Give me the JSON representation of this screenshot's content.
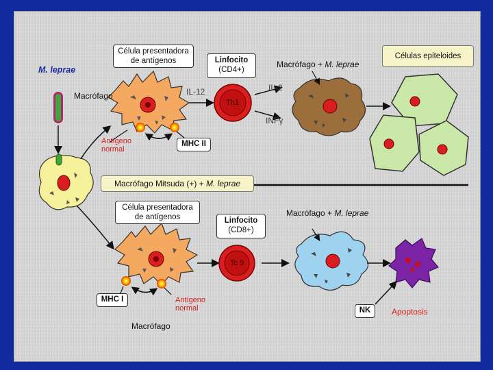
{
  "top": {
    "m_leprae": "M. leprae",
    "apc_line1": "Célula presentadora",
    "apc_line2": "de antígenos",
    "macrofago": "Macrófago",
    "il12": "IL-12",
    "linfocito": "Linfocito",
    "cd4": "(CD4+)",
    "th1": "Th1",
    "il2": "IL-2",
    "infg": "INFγ",
    "macro_mleprae_prefix": "Macrófago + ",
    "macro_mleprae_italic": "M. leprae",
    "epiteloides": "Células epiteloides",
    "antigeno1": "Antígeno",
    "antigeno2": "normal",
    "mhc2": "MHC II"
  },
  "middle": {
    "mitsuda_prefix": "Macrófago Mitsuda (+) + ",
    "mitsuda_italic": "M. leprae"
  },
  "bottom": {
    "apc_line1": "Célula presentadora",
    "apc_line2": "de antígenos",
    "linfocito": "Linfocito",
    "cd8": "(CD8+)",
    "tc": "Tc 9",
    "macro_mleprae_prefix": "Macrófago + ",
    "macro_mleprae_italic": "M. leprae",
    "mhc1": "MHC I",
    "antigeno1": "Antígeno",
    "antigeno2": "normal",
    "nk": "NK",
    "apoptosis": "Apoptosis",
    "macrofago": "Macrófago"
  },
  "colors": {
    "background_frame": "#0e2a9c",
    "apc": "#f5a860",
    "lymphocyte": "#d81e1e",
    "infected_macrophage_top": "#9c6e3c",
    "epithelioid": "#c9e8a8",
    "mitsuda": "#f7f09a",
    "infected_macrophage_bottom": "#9fd2ef",
    "apoptotic": "#7b24a6",
    "label_red": "#d62020",
    "label_blue": "#1a2ea0",
    "bacillus": "#3fa63f"
  }
}
